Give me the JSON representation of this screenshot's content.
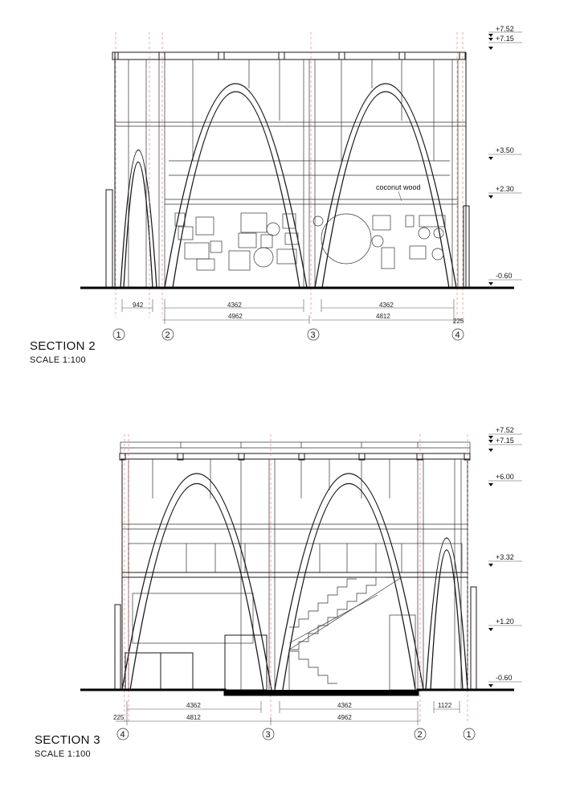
{
  "section2": {
    "title": "SECTION 2",
    "scale": "SCALE 1:100",
    "levels": [
      "+7.52",
      "+7.15",
      "+3.50",
      "+2.30",
      "-0.60"
    ],
    "note": "coconut wood",
    "dims_top": [
      "942",
      "4362",
      "4362"
    ],
    "dims_bottom": [
      "4962",
      "4812",
      "225"
    ],
    "axes": [
      "1",
      "2",
      "3",
      "4"
    ]
  },
  "section3": {
    "title": "SECTION 3",
    "scale": "SCALE 1:100",
    "levels": [
      "+7.52",
      "+7.15",
      "+6.00",
      "+3.32",
      "+1.20",
      "-0.60"
    ],
    "dims_top": [
      "4362",
      "4362",
      "1122"
    ],
    "dims_bottom": [
      "225",
      "4812",
      "4962"
    ],
    "axes": [
      "4",
      "3",
      "2",
      "1"
    ]
  }
}
